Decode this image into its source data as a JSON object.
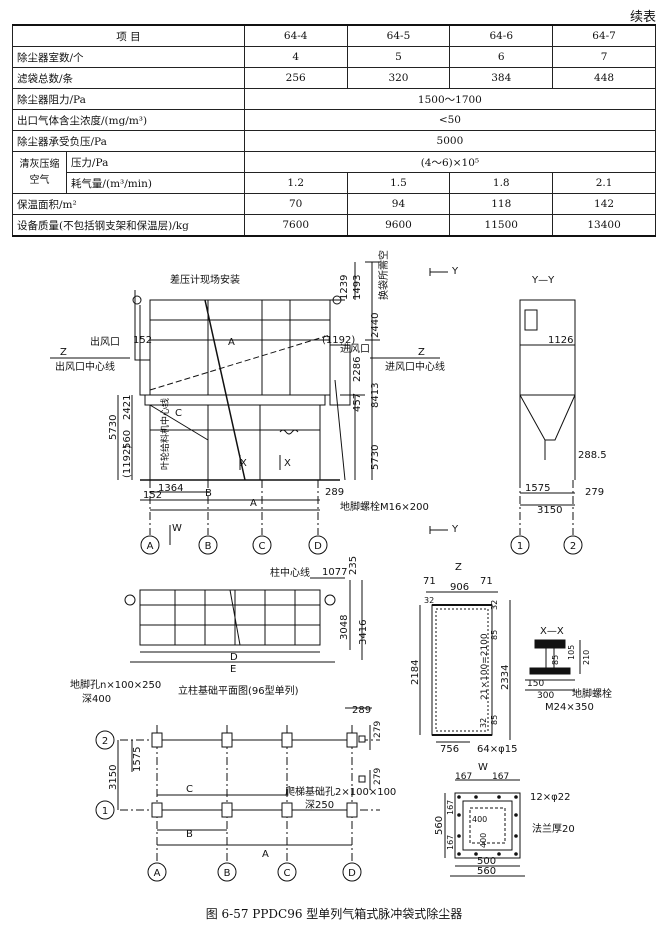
{
  "page": {
    "label": "续表"
  },
  "table": {
    "header": {
      "item": "项    目",
      "cols": [
        "64-4",
        "64-5",
        "64-6",
        "64-7"
      ]
    },
    "rows": [
      {
        "label": "除尘器室数/个",
        "values": [
          "4",
          "5",
          "6",
          "7"
        ]
      },
      {
        "label": "滤袋总数/条",
        "values": [
          "256",
          "320",
          "384",
          "448"
        ]
      },
      {
        "label": "除尘器阻力/Pa",
        "merged": "1500～1700"
      },
      {
        "label": "出口气体含尘浓度/(mg/m³)",
        "merged": "<50"
      },
      {
        "label": "除尘器承受负压/Pa",
        "merged": "5000"
      }
    ],
    "air": {
      "group": "清灰压缩空气",
      "pressure": {
        "label": "压力/Pa",
        "merged": "(4～6)×10⁵"
      },
      "consumption": {
        "label": "耗气量/(m³/min)",
        "values": [
          "1.2",
          "1.5",
          "1.8",
          "2.1"
        ]
      }
    },
    "rows2": [
      {
        "label": "保温面积/m²",
        "values": [
          "70",
          "94",
          "118",
          "142"
        ]
      },
      {
        "label": "设备质量(不包括钢支架和保温层)/kg",
        "values": [
          "7600",
          "9600",
          "11500",
          "13400"
        ]
      }
    ]
  },
  "drawing": {
    "main": {
      "labels": {
        "gauge": "差压计现场安装",
        "outlet": "出风口",
        "outlet_center": "出风口中心线",
        "inlet": "进风口",
        "inlet_center": "进风口中心线",
        "bag_space": "换袋所需空间",
        "feeder_center": "叶轮给料机中心线",
        "anchor": "地脚螺栓M16×200",
        "z": "Z",
        "y": "Y",
        "x": "X",
        "w": "W",
        "a": "A",
        "b": "B",
        "c": "C"
      },
      "dims": [
        "1239",
        "1493",
        "2440",
        "152",
        "2286",
        "457",
        "8413",
        "5730",
        "2421",
        "560",
        "(1192)",
        "5730",
        "152",
        "1364",
        "289"
      ],
      "axes": [
        "A",
        "B",
        "C",
        "D"
      ]
    },
    "yy": {
      "title": "Y—Y",
      "dims": [
        "1126",
        "288.5",
        "1575",
        "279",
        "3150"
      ],
      "axes": [
        "1",
        "2"
      ]
    },
    "plan_top": {
      "labels": {
        "column": "柱中心线",
        "d": "D",
        "e": "E"
      },
      "dims": [
        "1077",
        "235",
        "3048",
        "3416"
      ]
    },
    "zview": {
      "title": "Z",
      "dims": [
        "71",
        "906",
        "71",
        "32",
        "21×100=2100",
        "85",
        "32",
        "2184",
        "2334",
        "32",
        "85",
        "756",
        "64×φ15"
      ]
    },
    "xx": {
      "title": "X—X",
      "dims": [
        "85",
        "105",
        "210",
        "150",
        "300"
      ],
      "anchor": "地脚螺栓",
      "anchor_spec": "M24×350"
    },
    "foundation": {
      "title": "立柱基础平面图(96型单列)",
      "hole": "地脚孔n×100×250",
      "hole_depth": "深400",
      "ladder": "爬梯基础孔2×100×100",
      "ladder_depth": "深250",
      "dims": [
        "289",
        "279",
        "279",
        "1575",
        "3150"
      ],
      "rows": [
        "2",
        "1"
      ],
      "axes": [
        "A",
        "B",
        "C",
        "D"
      ],
      "letters": {
        "a": "A",
        "b": "B",
        "c": "C"
      }
    },
    "wview": {
      "title": "W",
      "dims": [
        "167",
        "167",
        "12×φ22",
        "400",
        "400",
        "167",
        "167",
        "560",
        "500",
        "560"
      ],
      "flange": "法兰厚20"
    }
  },
  "caption": "图 6-57   PPDC96 型单列气箱式脉冲袋式除尘器"
}
